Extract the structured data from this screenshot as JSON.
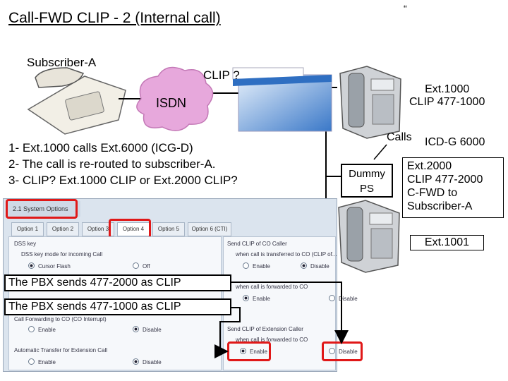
{
  "title": "Call-FWD CLIP - 2 (Internal call)",
  "quote_mark": "“",
  "labels": {
    "subscriber_a": "Subscriber-A",
    "clip_question": "CLIP ?",
    "isdn": "ISDN",
    "ext1000_line1": "Ext.1000",
    "ext1000_line2": "CLIP 477-1000",
    "calls": "Calls",
    "icd_group": "ICD-G 6000",
    "dummy_line1": "Dummy",
    "dummy_line2": "PS",
    "ext2000_lines": [
      "Ext.2000",
      "CLIP 477-2000",
      "C-FWD to",
      "Subscriber-A"
    ],
    "ext1001": "Ext.1001"
  },
  "steps": [
    "1- Ext.1000 calls Ext.6000 (ICG-D)",
    "2- The call is re-routed to subscriber-A.",
    "3- CLIP? Ext.1000 CLIP or Ext.2000 CLIP?"
  ],
  "notes": {
    "pbx_2000": "The PBX sends 477-2000 as CLIP",
    "pbx_1000": "The PBX sends 477-1000 as CLIP"
  },
  "settings_window": {
    "title": "2.1 System Options",
    "tabs": [
      "Option 1",
      "Option 2",
      "Option 3",
      "Option 4",
      "Option 5",
      "Option 6 (CTI)"
    ],
    "selected_tab": "Option 4",
    "left_groups": [
      {
        "title": "DSS key",
        "subtitle": "DSS key mode for incoming Call",
        "options": [
          "Cursor Flash",
          "Off"
        ]
      },
      {
        "title": "Call Forwarding to CO (CO Interrupt)",
        "subtitle": "",
        "options": [
          "Enable",
          "Disable"
        ]
      },
      {
        "title": "Automatic Transfer for Extension Call",
        "subtitle": "",
        "options": [
          "Enable",
          "Disable"
        ]
      }
    ],
    "right_groups": [
      {
        "title": "Send CLIP of CO Caller",
        "subtitle": "when call is transferred to CO (CLIP of...",
        "options": [
          "Enable",
          "Disable"
        ]
      },
      {
        "title": "",
        "subtitle": "when call is forwarded to CO",
        "options": [
          "Enable",
          "Disable"
        ]
      },
      {
        "title": "Send CLIP of Extension Caller",
        "subtitle": "when call is forwarded to CO",
        "options": [
          "Enable",
          "Disable"
        ]
      }
    ]
  }
}
